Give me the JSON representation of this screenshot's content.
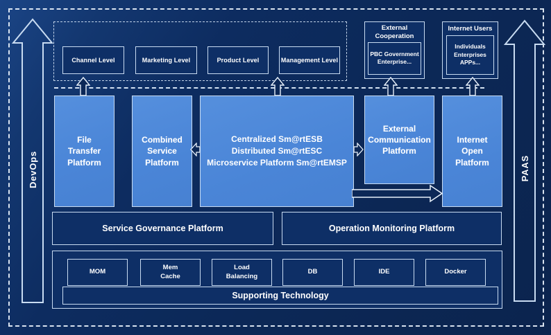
{
  "colors": {
    "background": "#0c2857",
    "panel_light_blue": "#4a86d8",
    "panel_dark_navy": "#0e2f66",
    "line_light": "#dbe7f7"
  },
  "rails": {
    "devops_label": "DevOps",
    "paas_label": "PAAS"
  },
  "consumer_levels": {
    "channel": "Channel Level",
    "marketing": "Marketing Level",
    "product": "Product Level",
    "management": "Management Level"
  },
  "external_cooperation": {
    "title": "External\nCooperation",
    "members": "PBC Government\nEnterprise..."
  },
  "internet_users": {
    "title": "Internet Users",
    "members": "Individuals\nEnterprises\nAPPs..."
  },
  "platforms": {
    "file_transfer": "File\nTransfer\nPlatform",
    "combined_service": "Combined\nService\nPlatform",
    "central_esb": "Centralized Sm@rtESB\nDistributed Sm@rtESC\nMicroservice Platform Sm@rtEMSP",
    "external_communication": "External\nCommunication\nPlatform",
    "internet_open": "Internet\nOpen\nPlatform"
  },
  "governance": {
    "service_governance": "Service Governance Platform",
    "operation_monitoring": "Operation Monitoring Platform"
  },
  "supporting_technology": {
    "title": "Supporting Technology",
    "mom": "MOM",
    "mem_cache": "Mem\nCache",
    "load_balancing": "Load\nBalancing",
    "db": "DB",
    "ide": "IDE",
    "docker": "Docker"
  }
}
